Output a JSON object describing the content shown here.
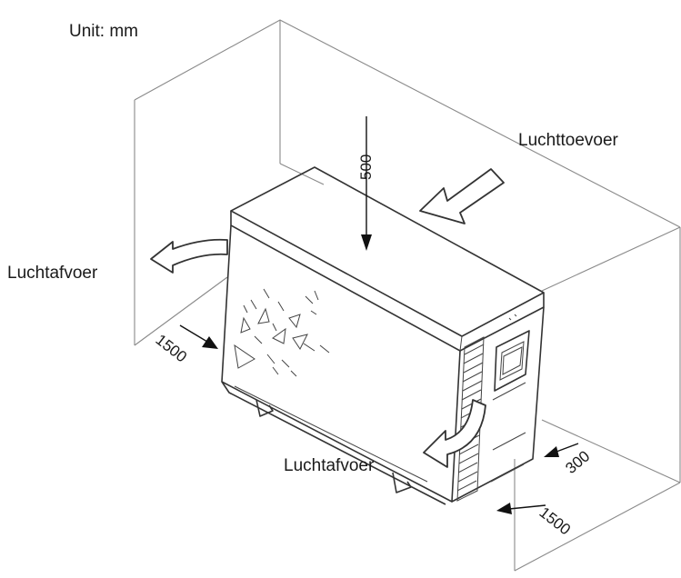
{
  "labels": {
    "unit": "Unit: mm",
    "air_in": "Luchttoevoer",
    "air_out_left": "Luchtafvoer",
    "air_out_front": "Luchtafvoer"
  },
  "dimensions": {
    "top": "500",
    "left": "1500",
    "right_side": "300",
    "front": "1500"
  }
}
